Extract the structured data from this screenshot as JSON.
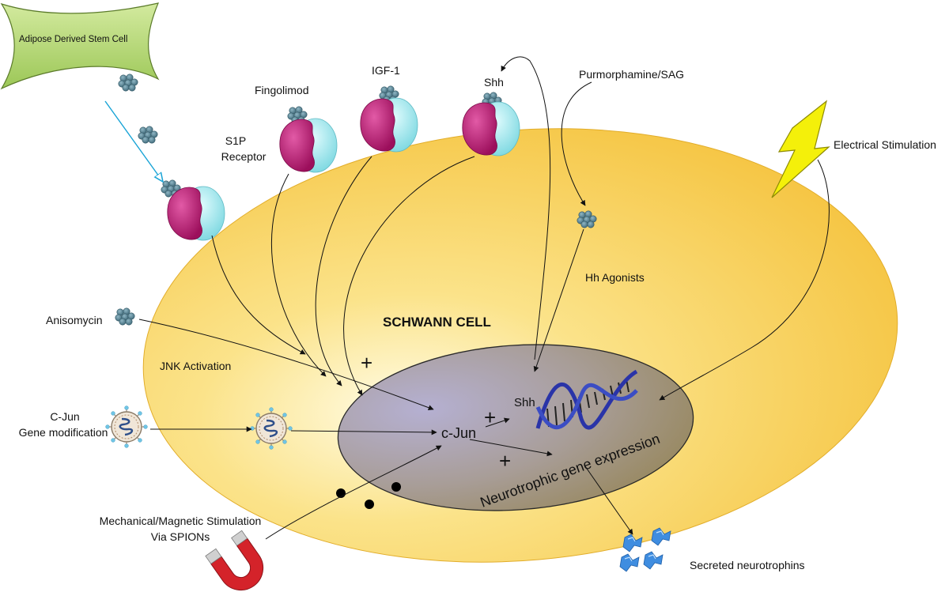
{
  "diagram": {
    "cell_title": "SCHWANN CELL",
    "labels": {
      "adipose": "Adipose Derived Stem Cell",
      "fingolimod": "Fingolimod",
      "igf1": "IGF-1",
      "shh_top": "Shh",
      "purmorphamine": "Purmorphamine/SAG",
      "electrical": "Electrical Stimulation",
      "s1p_line1": "S1P",
      "s1p_line2": "Receptor",
      "hh_agonists": "Hh Agonists",
      "anisomycin": "Anisomycin",
      "jnk": "JNK Activation",
      "cjun_mod_line1": "C-Jun",
      "cjun_mod_line2": "Gene modification",
      "cjun": "c-Jun",
      "shh_nucleus": "Shh",
      "neurotrophic": "Neurotrophic gene expression",
      "mechanical_line1": "Mechanical/Magnetic Stimulation",
      "mechanical_line2": "Via SPIONs",
      "secreted": "Secreted neurotrophins",
      "plus_1": "+",
      "plus_2": "+",
      "plus_3": "+"
    },
    "colors": {
      "cell_yellow": "#f7c94a",
      "nucleus_grey": "#a59a8c",
      "receptor_magenta": "#b5186e",
      "receptor_cyan": "#8fdfe6",
      "ligand_teal": "#4e7d8c",
      "bolt_yellow": "#f4f00a",
      "adipose_green": "#b6d87a",
      "dna_blue": "#2a34a8",
      "magnet_red": "#d4232a",
      "neurotrophin_blue": "#3f8de0",
      "arrow_cyan": "#17a3d6"
    }
  }
}
